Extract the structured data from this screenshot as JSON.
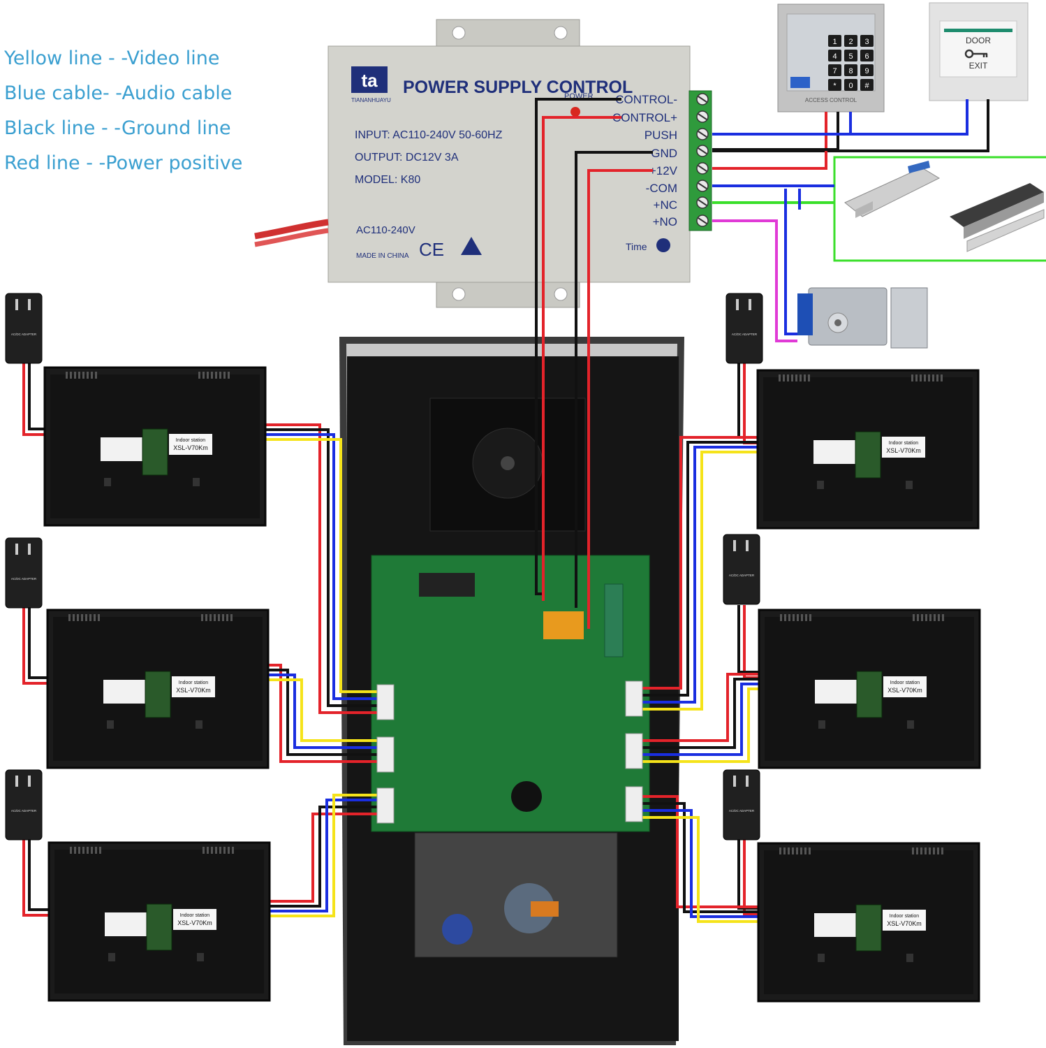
{
  "legend": [
    {
      "text": "Yellow line - -Video  line",
      "color": "#f5e31a"
    },
    {
      "text": "Blue cable- -Audio cable",
      "color": "#1a2ee0"
    },
    {
      "text": "Black line - -Ground line",
      "color": "#111111"
    },
    {
      "text": "Red line - -Power positive",
      "color": "#e3232a"
    }
  ],
  "power_supply": {
    "title": "POWER SUPPLY CONTROL",
    "brand": "TIANANHUAYU",
    "input": "INPUT: AC110-240V  50-60HZ",
    "output": "OUTPUT: DC12V  3A",
    "model": "MODEL: K80",
    "ac": "AC110-240V",
    "made_in": "MADE IN CHINA",
    "ce": "CE",
    "power_led_label": "POWER",
    "time_label": "Time",
    "terminals": [
      "CONTROL-",
      "CONTROL+",
      "PUSH",
      "GND",
      "+12V",
      "-COM",
      "+NC",
      "+NO"
    ]
  },
  "keypad": {
    "caption": "ACCESS CONTROL",
    "keys": [
      "1",
      "2",
      "3",
      "4",
      "5",
      "6",
      "7",
      "8",
      "9",
      "*",
      "0",
      "#"
    ]
  },
  "exit_button": {
    "line1": "DOOR",
    "line2": "EXIT"
  },
  "monitor_label": {
    "line1": "Indoor station",
    "line2": "XSL-V70Km"
  },
  "adapter_label": "AC/DC ADAPTER",
  "wire_colors": {
    "video": "#f5e31a",
    "audio": "#1a2ee0",
    "ground": "#111111",
    "power": "#e3232a",
    "green": "#3adf2a",
    "magenta": "#e03ad6"
  }
}
